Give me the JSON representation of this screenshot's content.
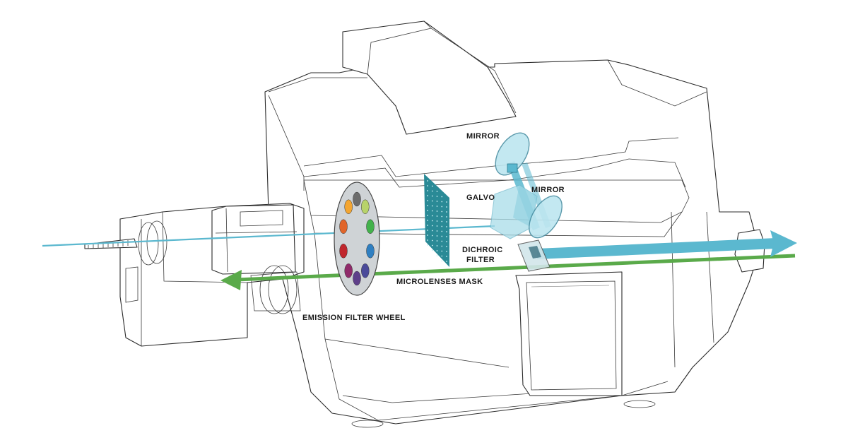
{
  "labels": {
    "mirror_top": "MIRROR",
    "galvo": "GALVO",
    "mirror_right": "MIRROR",
    "dichroic_line1": "DICHROIC",
    "dichroic_line2": "FILTER",
    "microlenses_mask": "MICROLENSES MASK",
    "emission_filter_wheel": "EMISSION FILTER WHEEL"
  },
  "colors": {
    "excitation_beam": "#5bb8cf",
    "emission_beam": "#5aaa4a",
    "microlens_mask": "#2a8a96",
    "optic_tint": "#a9dde9",
    "outline": "#2b2b2b"
  },
  "filter_wheel_colors": [
    "#6c6c6c",
    "#b8d36a",
    "#43b24c",
    "#2f7fc1",
    "#4a4a9a",
    "#5e3f8a",
    "#8f2a6a",
    "#c0262d",
    "#e1652a",
    "#f3a531"
  ]
}
